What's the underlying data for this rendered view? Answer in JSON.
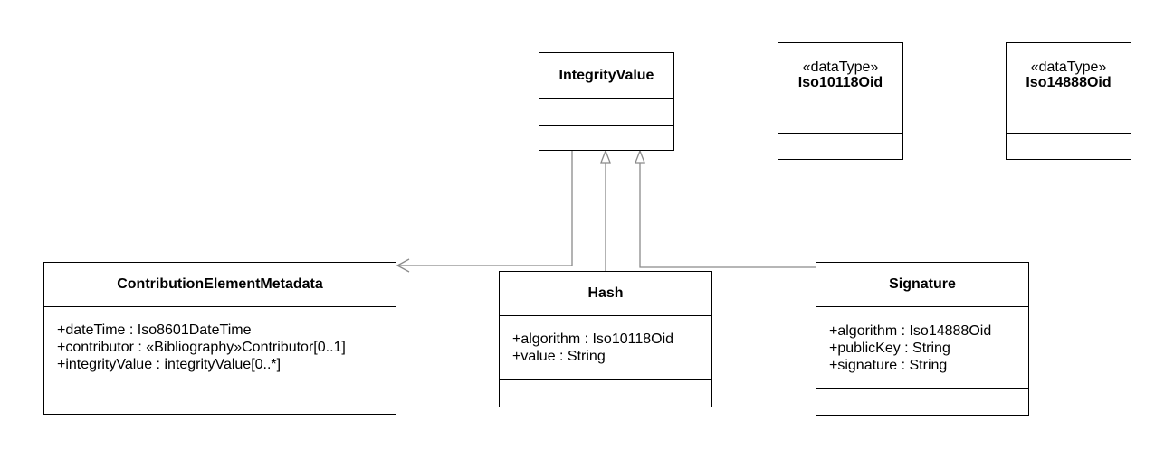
{
  "classes": {
    "integrity_value": {
      "name": "IntegrityValue",
      "attributes": [],
      "operations": []
    },
    "iso10118oid": {
      "stereotype": "«dataType»",
      "name": "Iso10118Oid",
      "attributes": [],
      "operations": []
    },
    "iso14888oid": {
      "stereotype": "«dataType»",
      "name": "Iso14888Oid",
      "attributes": [],
      "operations": []
    },
    "contribution_element_metadata": {
      "name": "ContributionElementMetadata",
      "attributes": [
        "+dateTime : Iso8601DateTime",
        "+contributor : «Bibliography»Contributor[0..1]",
        "+integrityValue : integrityValue[0..*]"
      ],
      "operations": []
    },
    "hash": {
      "name": "Hash",
      "attributes": [
        "+algorithm : Iso10118Oid",
        "+value : String"
      ],
      "operations": []
    },
    "signature": {
      "name": "Signature",
      "attributes": [
        "+algorithm : Iso14888Oid",
        "+publicKey : String",
        "+signature : String"
      ],
      "operations": []
    }
  },
  "relationships": [
    {
      "type": "association",
      "from": "IntegrityValue",
      "to": "ContributionElementMetadata"
    },
    {
      "type": "generalization",
      "from": "Hash",
      "to": "IntegrityValue"
    },
    {
      "type": "generalization",
      "from": "Signature",
      "to": "IntegrityValue"
    }
  ],
  "colors": {
    "line": "#8a8a8a",
    "border": "#000000",
    "background": "#ffffff"
  }
}
